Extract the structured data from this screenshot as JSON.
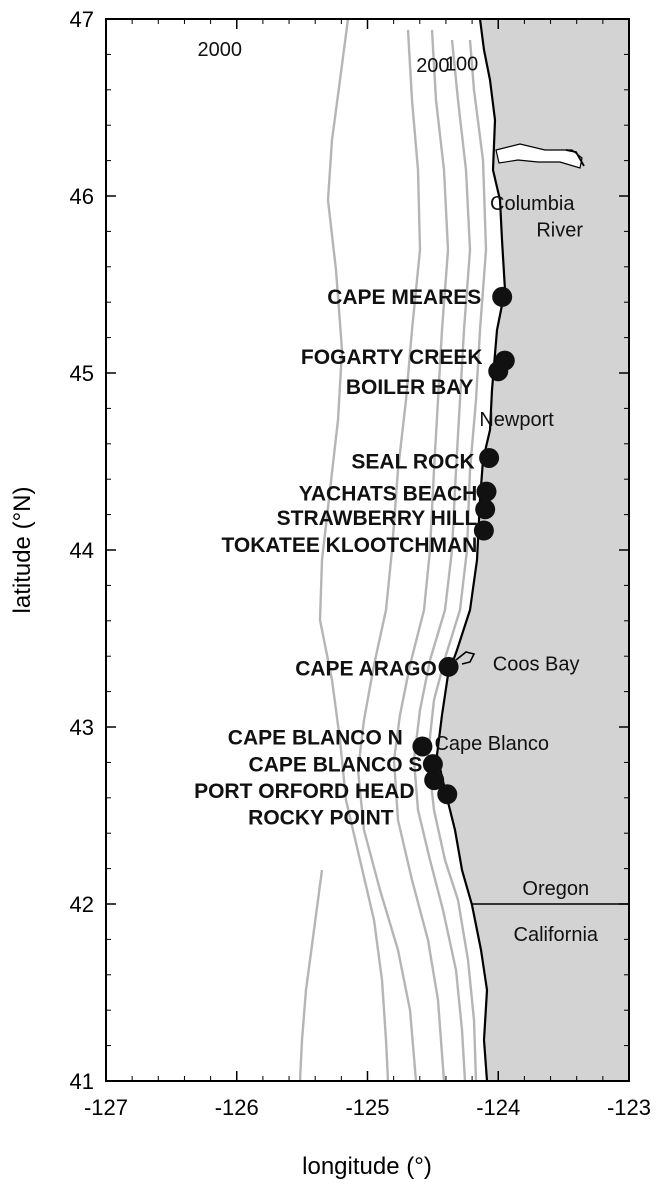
{
  "figure": {
    "xlabel": "longitude (°)",
    "ylabel": "latitude (°N)",
    "x_ticks": [
      "-127",
      "-126",
      "-125",
      "-124",
      "-123"
    ],
    "y_ticks": [
      "41",
      "42",
      "43",
      "44",
      "45",
      "46",
      "47"
    ],
    "xlim": [
      -127,
      -123
    ],
    "ylim": [
      41,
      47
    ]
  },
  "colors": {
    "land": "#d3d3d3",
    "isobath": "#b5b5b5",
    "coastline": "#000000",
    "site_marker": "#111111"
  },
  "isobath_labels": [
    {
      "text": "2000",
      "lon": -126.13,
      "lat": 46.79
    },
    {
      "text": "200",
      "lon": -124.5,
      "lat": 46.7
    },
    {
      "text": "100",
      "lon": -124.28,
      "lat": 46.71
    }
  ],
  "places": [
    {
      "name": "Columbia",
      "lon": -123.74,
      "lat": 45.92
    },
    {
      "name": "River",
      "lon": -123.53,
      "lat": 45.77
    },
    {
      "name": "Newport",
      "lon": -123.86,
      "lat": 44.7
    },
    {
      "name": "Coos Bay",
      "lon": -123.71,
      "lat": 43.32
    },
    {
      "name": "Cape Blanco",
      "lon": -124.05,
      "lat": 42.87
    },
    {
      "name": "Oregon",
      "lon": -123.56,
      "lat": 42.05
    },
    {
      "name": "California",
      "lon": -123.56,
      "lat": 41.79
    }
  ],
  "sites": [
    {
      "name": "CAPE MEARES",
      "lon": -123.97,
      "lat": 45.43,
      "label_lon": -124.13,
      "label_lat": 45.39
    },
    {
      "name": "FOGARTY CREEK",
      "lon": -123.95,
      "lat": 45.07,
      "label_lon": -124.12,
      "label_lat": 45.05
    },
    {
      "name": "BOILER BAY",
      "lon": -124.0,
      "lat": 45.01,
      "label_lon": -124.19,
      "label_lat": 44.88
    },
    {
      "name": "SEAL ROCK",
      "lon": -124.07,
      "lat": 44.52,
      "label_lon": -124.18,
      "label_lat": 44.46
    },
    {
      "name": "YACHATS BEACH",
      "lon": -124.09,
      "lat": 44.33,
      "label_lon": -124.16,
      "label_lat": 44.28
    },
    {
      "name": "STRAWBERRY HILL",
      "lon": -124.1,
      "lat": 44.23,
      "label_lon": -124.16,
      "label_lat": 44.14
    },
    {
      "name": "TOKATEE KLOOTCHMAN",
      "lon": -124.11,
      "lat": 44.11,
      "label_lon": -124.16,
      "label_lat": 43.99
    },
    {
      "name": "CAPE ARAGO",
      "lon": -124.38,
      "lat": 43.34,
      "label_lon": -124.47,
      "label_lat": 43.29
    },
    {
      "name": "CAPE BLANCO N",
      "lon": -124.58,
      "lat": 42.89,
      "label_lon": -124.73,
      "label_lat": 42.9
    },
    {
      "name": "CAPE BLANCO S",
      "lon": -124.5,
      "lat": 42.79,
      "label_lon": -124.58,
      "label_lat": 42.75
    },
    {
      "name": "PORT ORFORD HEAD",
      "lon": -124.49,
      "lat": 42.7,
      "label_lon": -124.64,
      "label_lat": 42.6
    },
    {
      "name": "ROCKY POINT",
      "lon": -124.39,
      "lat": 42.62,
      "label_lon": -124.8,
      "label_lat": 42.45
    }
  ]
}
